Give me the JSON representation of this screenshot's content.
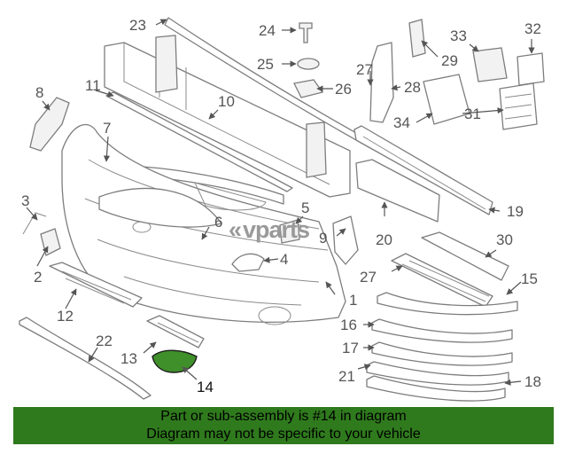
{
  "watermark": {
    "prefix": "«",
    "text": "vparts"
  },
  "highlighted_part": "14",
  "callouts": [
    "1",
    "2",
    "3",
    "4",
    "5",
    "6",
    "7",
    "8",
    "9",
    "10",
    "11",
    "12",
    "13",
    "14",
    "15",
    "16",
    "17",
    "18",
    "19",
    "20",
    "21",
    "22",
    "23",
    "24",
    "25",
    "26",
    "27",
    "28",
    "29",
    "30",
    "31",
    "32",
    "33",
    "34"
  ],
  "banner": {
    "line1": "Part or sub-assembly is #14 in diagram",
    "line2": "Diagram may not be specific to your vehicle"
  },
  "colors": {
    "banner": "#2f7a1d",
    "highlighted_part": "#3f8f2a",
    "linework": "#7d7d7d"
  }
}
